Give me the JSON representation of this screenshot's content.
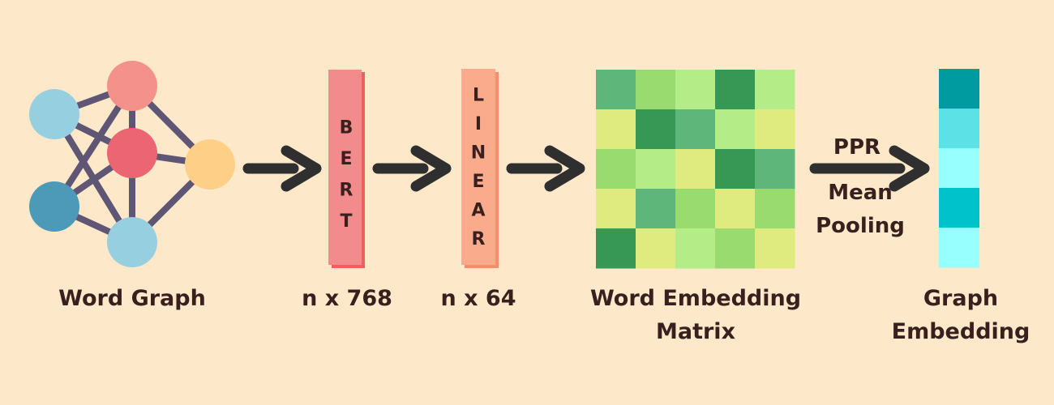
{
  "colors": {
    "background": "#fde8c9",
    "edge": "#5f5676",
    "arrow": "#2f2f2f",
    "text": "#3a1f1f",
    "bert_block": "#f28b8b",
    "bert_shadow": "#f25d5d",
    "linear_block": "#f9ab8c",
    "linear_shadow": "#f58e6a"
  },
  "word_graph": {
    "caption": "Word Graph",
    "nodes": [
      {
        "id": "n-left-top",
        "color": "#96cfe0"
      },
      {
        "id": "n-top",
        "color": "#f4918a"
      },
      {
        "id": "n-center",
        "color": "#ec6573"
      },
      {
        "id": "n-right",
        "color": "#fed087"
      },
      {
        "id": "n-left-bottom",
        "color": "#4d9ab8"
      },
      {
        "id": "n-bottom",
        "color": "#96cfe0"
      }
    ],
    "edges": [
      [
        "n-left-top",
        "n-top"
      ],
      [
        "n-left-top",
        "n-center"
      ],
      [
        "n-left-top",
        "n-bottom"
      ],
      [
        "n-top",
        "n-center"
      ],
      [
        "n-top",
        "n-right"
      ],
      [
        "n-center",
        "n-right"
      ],
      [
        "n-center",
        "n-left-bottom"
      ],
      [
        "n-center",
        "n-bottom"
      ],
      [
        "n-top",
        "n-left-bottom"
      ],
      [
        "n-left-bottom",
        "n-bottom"
      ],
      [
        "n-right",
        "n-bottom"
      ]
    ]
  },
  "bert": {
    "letters": [
      "B",
      "E",
      "R",
      "T"
    ],
    "caption": "n x 768"
  },
  "linear": {
    "letters": [
      "L",
      "I",
      "N",
      "E",
      "A",
      "R"
    ],
    "caption": "n x 64"
  },
  "matrix": {
    "caption_line1": "Word Embedding",
    "caption_line2": "Matrix",
    "cells": [
      [
        "#5fb67b",
        "#99db6f",
        "#b4ec87",
        "#369854",
        "#b4ec87"
      ],
      [
        "#dfeb7f",
        "#369854",
        "#5fb67b",
        "#b4ec87",
        "#dfeb7f"
      ],
      [
        "#99db6f",
        "#b4ec87",
        "#dfeb7f",
        "#369854",
        "#5fb67b"
      ],
      [
        "#dfeb7f",
        "#5fb67b",
        "#99db6f",
        "#dfeb7f",
        "#99db6f"
      ],
      [
        "#369854",
        "#dfeb7f",
        "#b4ec87",
        "#99db6f",
        "#dfeb7f"
      ]
    ]
  },
  "operation": {
    "line1": "PPR",
    "line2": "Mean",
    "line3": "Pooling"
  },
  "graph_embedding": {
    "caption_line1": "Graph",
    "caption_line2": "Embedding",
    "cells": [
      "#009ba0",
      "#5ce1e6",
      "#98ffff",
      "#00c2cb",
      "#98ffff"
    ]
  }
}
